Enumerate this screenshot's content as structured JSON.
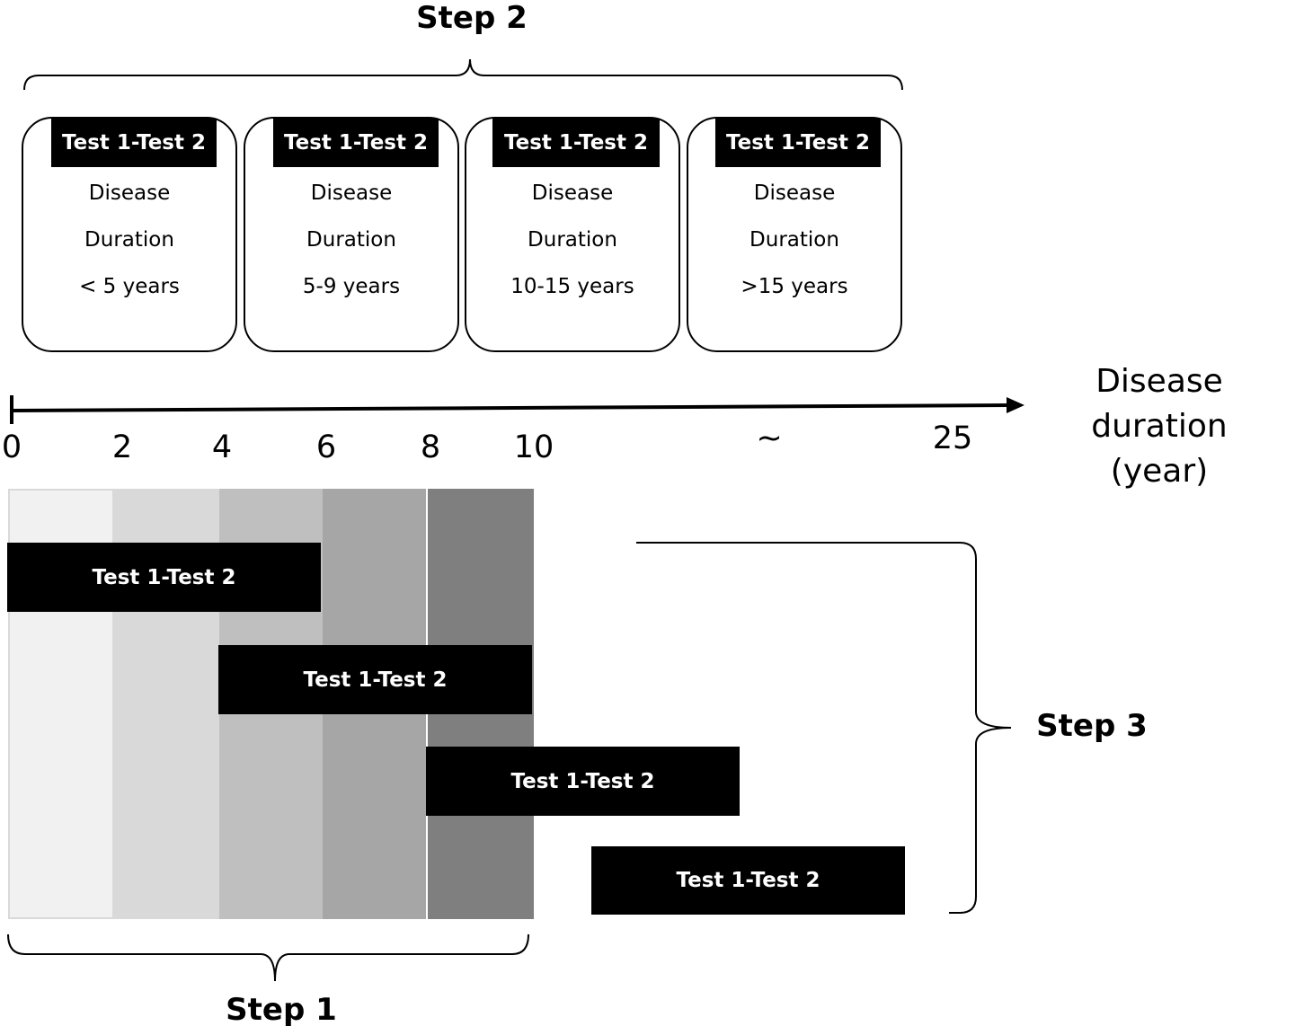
{
  "step2": {
    "label": "Step 2",
    "boxes": [
      {
        "header": "Test 1-Test 2",
        "line1": "Disease",
        "line2": "Duration",
        "line3": "< 5 years"
      },
      {
        "header": "Test 1-Test 2",
        "line1": "Disease",
        "line2": "Duration",
        "line3": "5-9 years"
      },
      {
        "header": "Test 1-Test 2",
        "line1": "Disease",
        "line2": "Duration",
        "line3": "10-15 years"
      },
      {
        "header": "Test 1-Test 2",
        "line1": "Disease",
        "line2": "Duration",
        "line3": ">15 years"
      }
    ]
  },
  "axis": {
    "title_line1": "Disease duration",
    "title_line2": "(year)",
    "ticks": [
      "0",
      "2",
      "4",
      "6",
      "8",
      "10",
      "~",
      "25"
    ]
  },
  "step1": {
    "label": "Step 1",
    "band_colors": [
      "#f1f1f1",
      "#d9d9d9",
      "#bfbfbf",
      "#a6a6a6",
      "#7f7f7f"
    ]
  },
  "step3": {
    "label": "Step 3",
    "bars": [
      "Test 1-Test 2",
      "Test 1-Test 2",
      "Test 1-Test 2",
      "Test 1-Test 2"
    ]
  }
}
